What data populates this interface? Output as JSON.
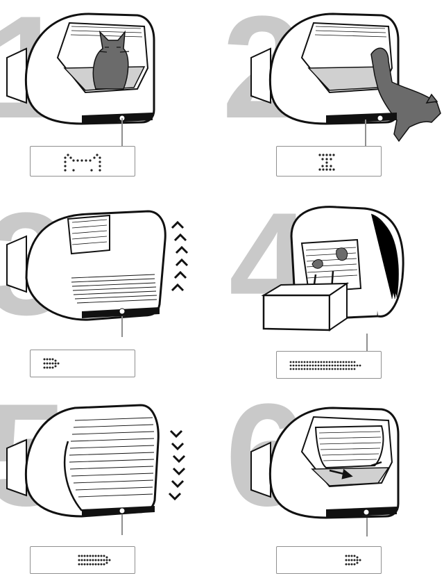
{
  "steps": [
    {
      "number": "1",
      "display_icon": "cat-face-dots-icon",
      "scene": "cat-sitting-inside"
    },
    {
      "number": "2",
      "display_icon": "hourglass-dots-icon",
      "scene": "cat-leaving"
    },
    {
      "number": "3",
      "display_icon": "arrow-short-dots-icon",
      "scene": "drum-rotating-up"
    },
    {
      "number": "4",
      "display_icon": "arrow-long-dots-icon",
      "scene": "waste-dropping-into-drawer"
    },
    {
      "number": "5",
      "display_icon": "arrow-medium-dots-icon",
      "scene": "drum-rotating-down"
    },
    {
      "number": "6",
      "display_icon": "arrow-short-dots-right-icon",
      "scene": "litter-leveled"
    }
  ],
  "colors": {
    "outline": "#111111",
    "number": "#c9c9c9",
    "cat": "#6b6b6b",
    "litter_tray": "#d0d0d0",
    "display_border": "#8f8f8f",
    "dots": "#222222"
  }
}
